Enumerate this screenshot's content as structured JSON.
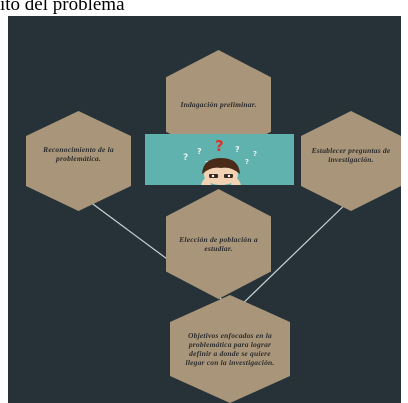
{
  "caption": "ito del problema",
  "nodes": {
    "top": "Indagación preliminar.",
    "left": "Reconocimiento de la problemática.",
    "right": "Establecer preguntas de investigación.",
    "middle": "Elección de población a estudiar.",
    "bottom": "Objetivos enfocados en la problemática para lograr definir a donde se quiere llegar con la investigación."
  },
  "image": {
    "glyph": "?"
  },
  "colors": {
    "background": "#263238",
    "hexagon": "#a8957a",
    "connector": "#c9d3d6",
    "image_bg": "#5fb2ae",
    "question_red": "#d8352c"
  }
}
